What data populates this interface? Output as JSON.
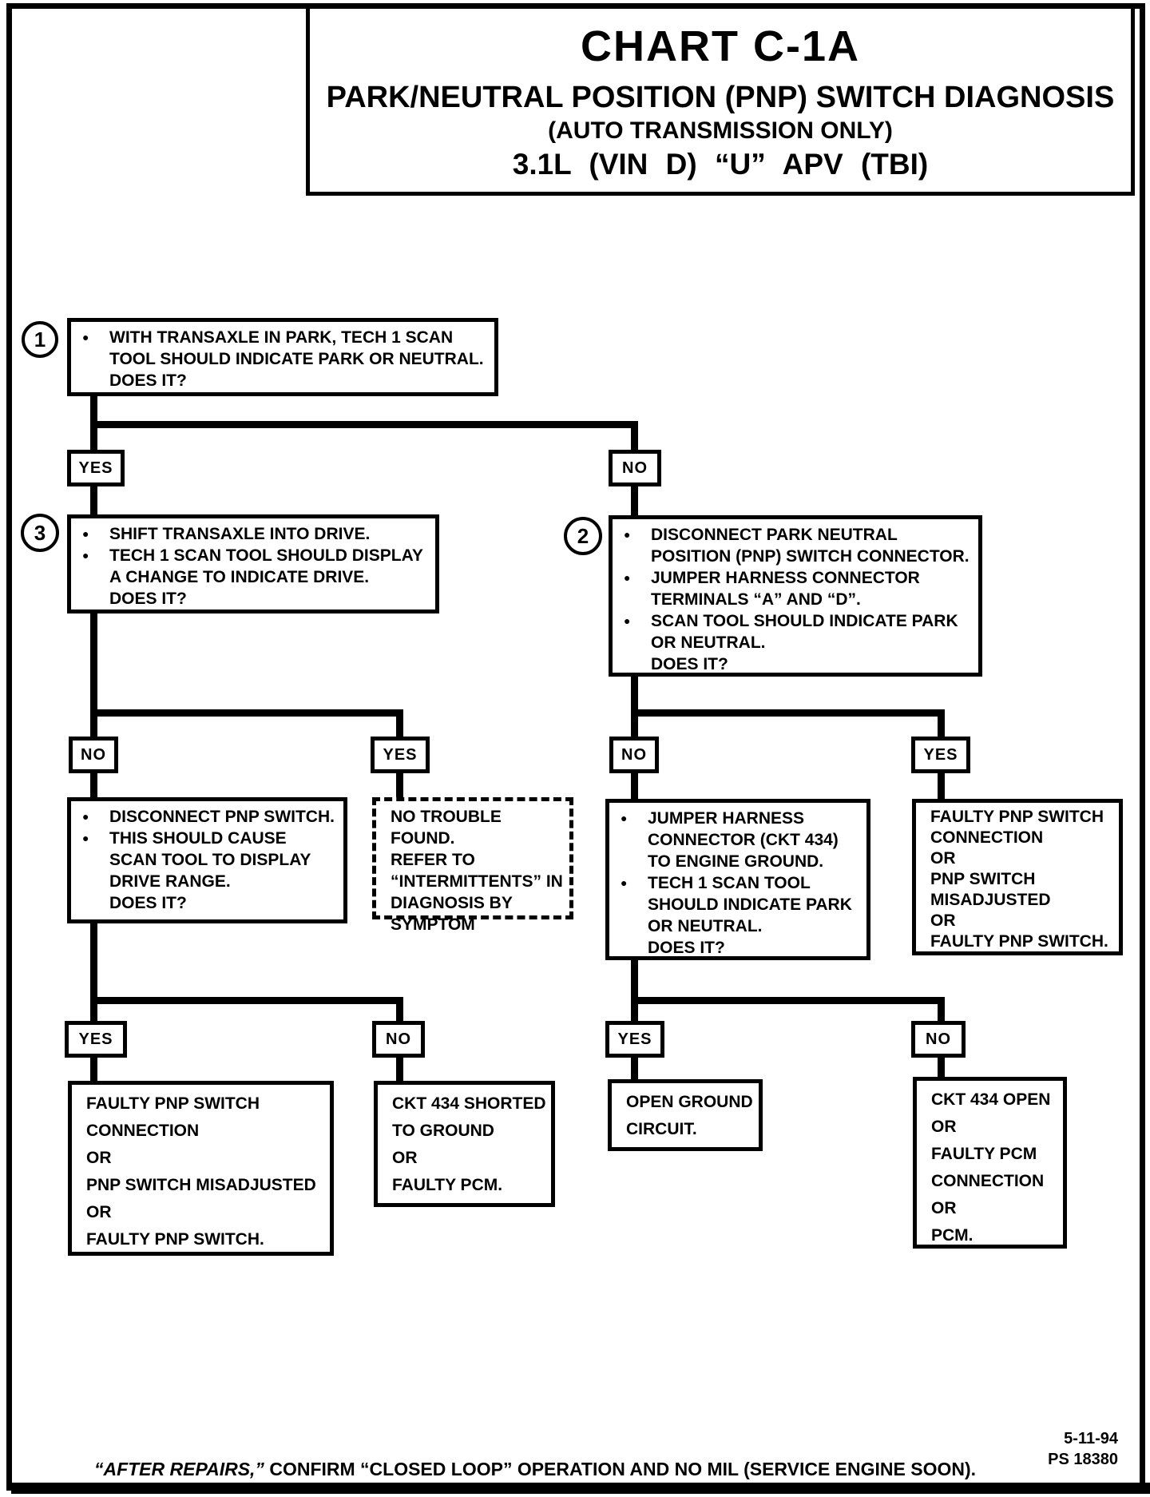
{
  "page": {
    "title": {
      "l1": "CHART C-1A",
      "l2": "PARK/NEUTRAL POSITION (PNP) SWITCH DIAGNOSIS",
      "l3": "(AUTO TRANSMISSION ONLY)",
      "l4": "3.1L  (VIN D)  “U”  APV  (TBI)"
    },
    "footer": {
      "italic": "“AFTER REPAIRS,”",
      "rest": " CONFIRM “CLOSED LOOP” OPERATION AND NO MIL (SERVICE ENGINE SOON).",
      "date": "5-11-94",
      "doc": "PS 18380"
    }
  },
  "decisions": {
    "d1_yes": "YES",
    "d1_no": "NO",
    "d2_no_l": "NO",
    "d2_yes_l": "YES",
    "d2_no_r": "NO",
    "d2_yes_r": "YES",
    "d3_yes_l": "YES",
    "d3_no_l": "NO",
    "d3_yes_r": "YES",
    "d3_no_r": "NO"
  },
  "nodes": {
    "step1": {
      "num": "1",
      "lines": [
        {
          "b": "●",
          "t": "WITH TRANSAXLE IN PARK, TECH 1 SCAN"
        },
        {
          "b": "",
          "t": "TOOL SHOULD INDICATE PARK OR NEUTRAL."
        },
        {
          "b": "",
          "t": "DOES IT?"
        }
      ]
    },
    "step3": {
      "num": "3",
      "lines": [
        {
          "b": "●",
          "t": "SHIFT TRANSAXLE INTO DRIVE."
        },
        {
          "b": "●",
          "t": "TECH 1 SCAN TOOL SHOULD DISPLAY"
        },
        {
          "b": "",
          "t": "A CHANGE TO INDICATE DRIVE."
        },
        {
          "b": "",
          "t": "DOES IT?"
        }
      ]
    },
    "step2": {
      "num": "2",
      "lines": [
        {
          "b": "●",
          "t": "DISCONNECT PARK NEUTRAL"
        },
        {
          "b": "",
          "t": "POSITION (PNP) SWITCH CONNECTOR."
        },
        {
          "b": "●",
          "t": "JUMPER HARNESS CONNECTOR"
        },
        {
          "b": "",
          "t": "TERMINALS “A” AND “D”."
        },
        {
          "b": "●",
          "t": "SCAN TOOL SHOULD INDICATE PARK"
        },
        {
          "b": "",
          "t": "OR NEUTRAL."
        },
        {
          "b": "",
          "t": "DOES IT?"
        }
      ]
    },
    "disconnect_pnp": {
      "lines": [
        {
          "b": "●",
          "t": "DISCONNECT PNP SWITCH."
        },
        {
          "b": "●",
          "t": "THIS SHOULD CAUSE"
        },
        {
          "b": "",
          "t": "SCAN TOOL TO DISPLAY"
        },
        {
          "b": "",
          "t": "DRIVE RANGE."
        },
        {
          "b": "",
          "t": "DOES IT?"
        }
      ]
    },
    "no_trouble": {
      "lines": [
        {
          "b": "",
          "t": "NO TROUBLE FOUND."
        },
        {
          "b": "",
          "t": "REFER TO"
        },
        {
          "b": "",
          "t": "“INTERMITTENTS” IN"
        },
        {
          "b": "",
          "t": "DIAGNOSIS BY"
        },
        {
          "b": "",
          "t": "SYMPTOM"
        }
      ]
    },
    "jumper_ground": {
      "lines": [
        {
          "b": "●",
          "t": "JUMPER HARNESS"
        },
        {
          "b": "",
          "t": "CONNECTOR (CKT 434)"
        },
        {
          "b": "",
          "t": "TO ENGINE GROUND."
        },
        {
          "b": "●",
          "t": "TECH 1 SCAN TOOL"
        },
        {
          "b": "",
          "t": "SHOULD INDICATE PARK"
        },
        {
          "b": "",
          "t": "OR NEUTRAL."
        },
        {
          "b": "",
          "t": "DOES IT?"
        }
      ]
    },
    "faulty_pnp_right": {
      "lines": [
        {
          "b": "",
          "t": "FAULTY PNP SWITCH"
        },
        {
          "b": "",
          "t": "CONNECTION"
        },
        {
          "b": "",
          "t": "OR"
        },
        {
          "b": "",
          "t": "PNP SWITCH"
        },
        {
          "b": "",
          "t": "MISADJUSTED"
        },
        {
          "b": "",
          "t": "OR"
        },
        {
          "b": "",
          "t": "FAULTY PNP SWITCH."
        }
      ]
    },
    "faulty_pnp_left": {
      "lines": [
        {
          "b": "",
          "t": "FAULTY PNP SWITCH"
        },
        {
          "b": "",
          "t": "CONNECTION"
        },
        {
          "b": "",
          "t": "OR"
        },
        {
          "b": "",
          "t": "PNP SWITCH MISADJUSTED"
        },
        {
          "b": "",
          "t": "OR"
        },
        {
          "b": "",
          "t": "FAULTY PNP SWITCH."
        }
      ]
    },
    "ckt434_shorted": {
      "lines": [
        {
          "b": "",
          "t": "CKT 434 SHORTED"
        },
        {
          "b": "",
          "t": "TO GROUND"
        },
        {
          "b": "",
          "t": "OR"
        },
        {
          "b": "",
          "t": "FAULTY PCM."
        }
      ]
    },
    "open_ground": {
      "lines": [
        {
          "b": "",
          "t": "OPEN GROUND"
        },
        {
          "b": "",
          "t": "CIRCUIT."
        }
      ]
    },
    "ckt434_open": {
      "lines": [
        {
          "b": "",
          "t": "CKT 434 OPEN"
        },
        {
          "b": "",
          "t": "OR"
        },
        {
          "b": "",
          "t": "FAULTY PCM"
        },
        {
          "b": "",
          "t": "CONNECTION"
        },
        {
          "b": "",
          "t": "OR"
        },
        {
          "b": "",
          "t": "PCM."
        }
      ]
    }
  }
}
